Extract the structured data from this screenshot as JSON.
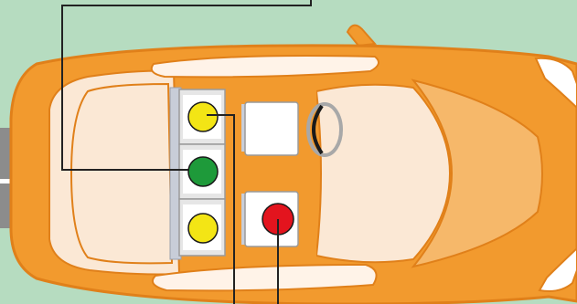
{
  "diagram": {
    "caption_text": "",
    "colors": {
      "background": "#b6dcc0",
      "body_orange": "#f29a2e",
      "body_outline": "#e0801a",
      "interior_cream": "#fbe8d5",
      "window_white": "#fff3e8",
      "seat_grey": "#e6e6e6",
      "bench_blue_grey": "#c8cdd8",
      "seat_white": "#ffffff",
      "yellow": "#f3e515",
      "green": "#1e9a3a",
      "red": "#e3141e",
      "steering_black": "#1a1a1a",
      "steering_grey": "#a8a8a8",
      "leader_line": "#222222",
      "bumper_grey": "#8c8c8c"
    },
    "rear_seats": [
      {
        "position": "rear-right",
        "color_key": "yellow"
      },
      {
        "position": "rear-middle",
        "color_key": "green"
      },
      {
        "position": "rear-left",
        "color_key": "yellow"
      }
    ],
    "front_seats": [
      {
        "position": "front-passenger",
        "occupied": false
      },
      {
        "position": "driver",
        "color_key": "red"
      }
    ]
  }
}
